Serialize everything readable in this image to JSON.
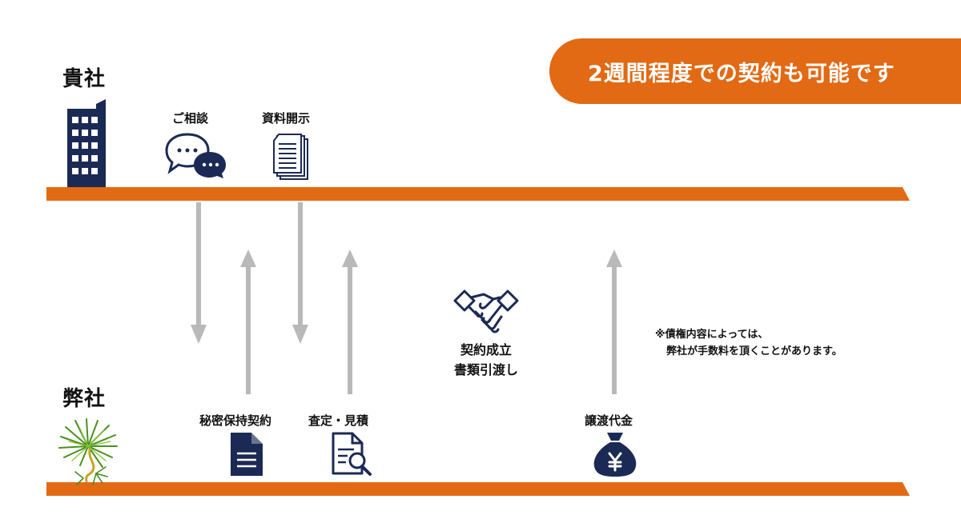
{
  "company_top": {
    "label": "貴社"
  },
  "company_bottom": {
    "label": "弊社"
  },
  "badge": {
    "text": "2週間程度での契約も可能です"
  },
  "steps_top": [
    {
      "label": "ご相談",
      "icon": "chat-bubbles-icon"
    },
    {
      "label": "資料開示",
      "icon": "documents-icon"
    }
  ],
  "steps_bottom": [
    {
      "label": "秘密保持契約",
      "icon": "document-icon"
    },
    {
      "label": "査定・見積",
      "icon": "document-search-icon"
    },
    {
      "label": "譲渡代金",
      "icon": "money-bag-yen-icon"
    }
  ],
  "center": {
    "line1": "契約成立",
    "line2": "書類引渡し",
    "icon": "handshake-icon"
  },
  "note": {
    "line1": "※債権内容によっては、",
    "line2": "弊社が手数料を頂くことがあります。"
  },
  "colors": {
    "accent": "#e26a14",
    "navy": "#1b2a55",
    "arrow": "#b9b9b9"
  }
}
